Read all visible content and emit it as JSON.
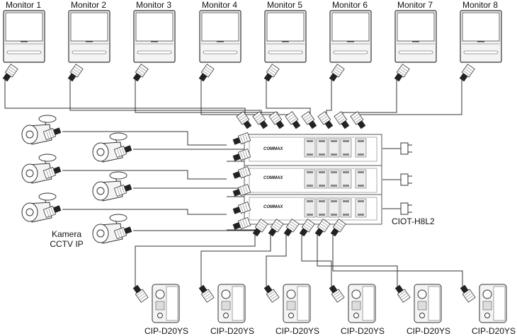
{
  "monitors": [
    {
      "label": "Monitor 1"
    },
    {
      "label": "Monitor 2"
    },
    {
      "label": "Monitor 3"
    },
    {
      "label": "Monitor 4"
    },
    {
      "label": "Monitor 5"
    },
    {
      "label": "Monitor 6"
    },
    {
      "label": "Monitor 7"
    },
    {
      "label": "Monitor 8"
    }
  ],
  "switch": {
    "brand": "COMMAX",
    "model": "CIOT-H8L2",
    "units": 3
  },
  "cameras": {
    "label_line1": "Kamera",
    "label_line2": "CCTV IP",
    "count": 6
  },
  "door_stations": [
    {
      "label": "CIP-D20YS"
    },
    {
      "label": "CIP-D20YS"
    },
    {
      "label": "CIP-D20YS"
    },
    {
      "label": "CIP-D20YS"
    },
    {
      "label": "CIP-D20YS"
    },
    {
      "label": "CIP-D20YS"
    }
  ],
  "colors": {
    "line": "#333333",
    "device_fill": "#f4f4f4",
    "text": "#111111"
  }
}
